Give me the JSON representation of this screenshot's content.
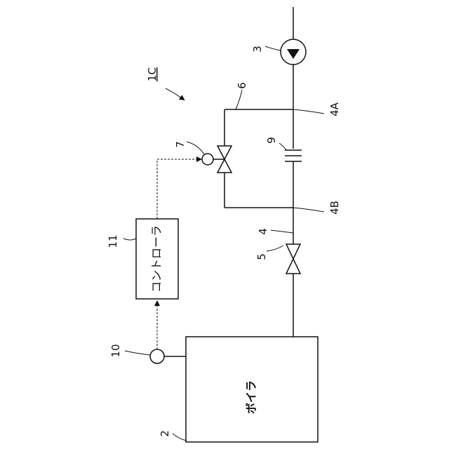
{
  "figure": {
    "label": "1C",
    "components": {
      "boiler": {
        "ref": "2",
        "text": "ボイラ"
      },
      "pump": {
        "ref": "3"
      },
      "main_pipe": {
        "ref": "4"
      },
      "branch_point_a": {
        "ref": "4A"
      },
      "branch_point_b": {
        "ref": "4B"
      },
      "main_valve": {
        "ref": "5"
      },
      "bypass_pipe": {
        "ref": "6"
      },
      "control_valve": {
        "ref": "7"
      },
      "orifice": {
        "ref": "9"
      },
      "sensor": {
        "ref": "10"
      },
      "controller": {
        "ref": "11",
        "text": "コントローラ"
      }
    }
  }
}
